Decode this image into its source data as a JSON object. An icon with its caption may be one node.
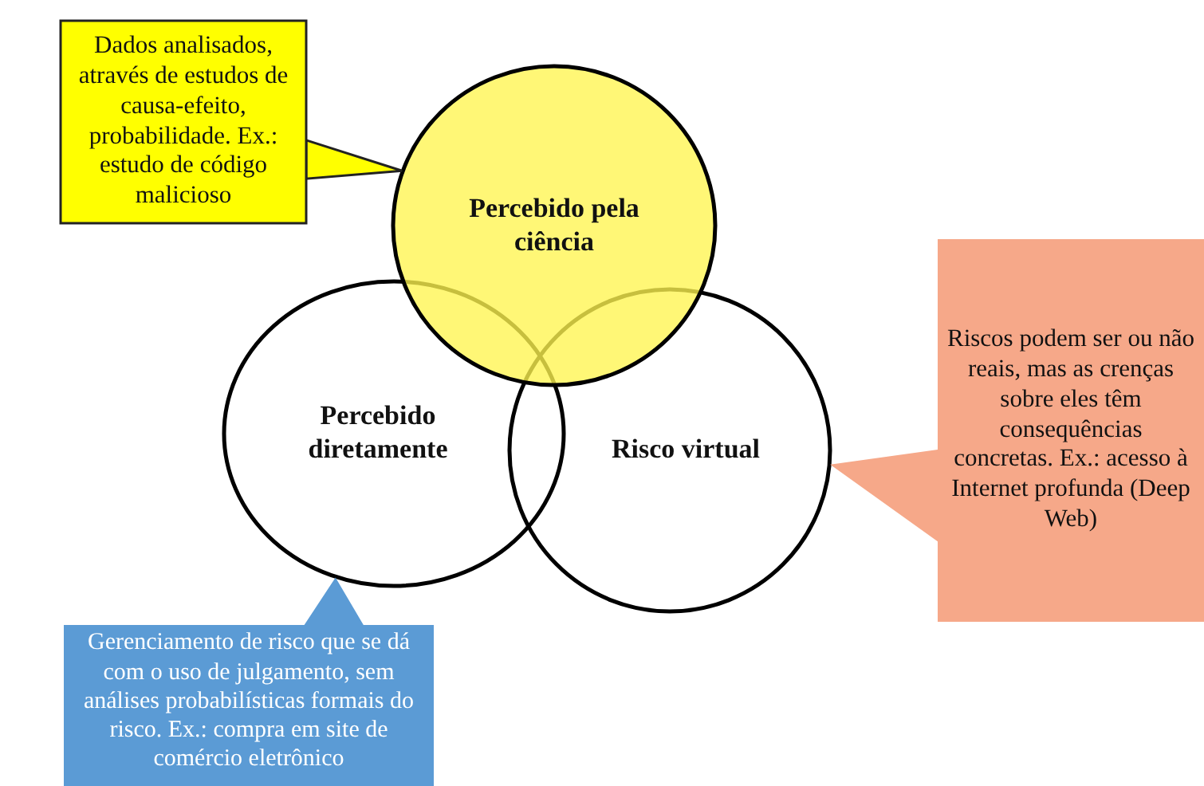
{
  "diagram": {
    "nodes": [
      {
        "text": [
          "Dados analisados, através de estudos de causa-efeito, probabilidade. Ex.: estudo de código malicioso"
        ]
      },
      {
        "text": [
          "Percebido pela ciência"
        ]
      },
      {
        "text": [
          "Riscos podem ser ou não reais, mas as crenças sobre eles têm consequências concretas. Ex.: acesso à Internet profunda (Deep Web)"
        ]
      },
      {
        "text": [
          "Percebido diretamente"
        ]
      },
      {
        "text": [
          "Risco virtual"
        ]
      },
      {
        "text": [
          "Gerenciamento de risco que se dá com o uso de julgamento, sem análises probabilísticas formais do risco. Ex.: compra em site de comércio eletrônico"
        ]
      }
    ],
    "edges": [
      {
        "from": 0,
        "to": 1,
        "arrow": "to"
      },
      {
        "from": 2,
        "to": 4,
        "arrow": "to"
      },
      {
        "from": 5,
        "to": 3,
        "arrow": "to"
      }
    ]
  }
}
